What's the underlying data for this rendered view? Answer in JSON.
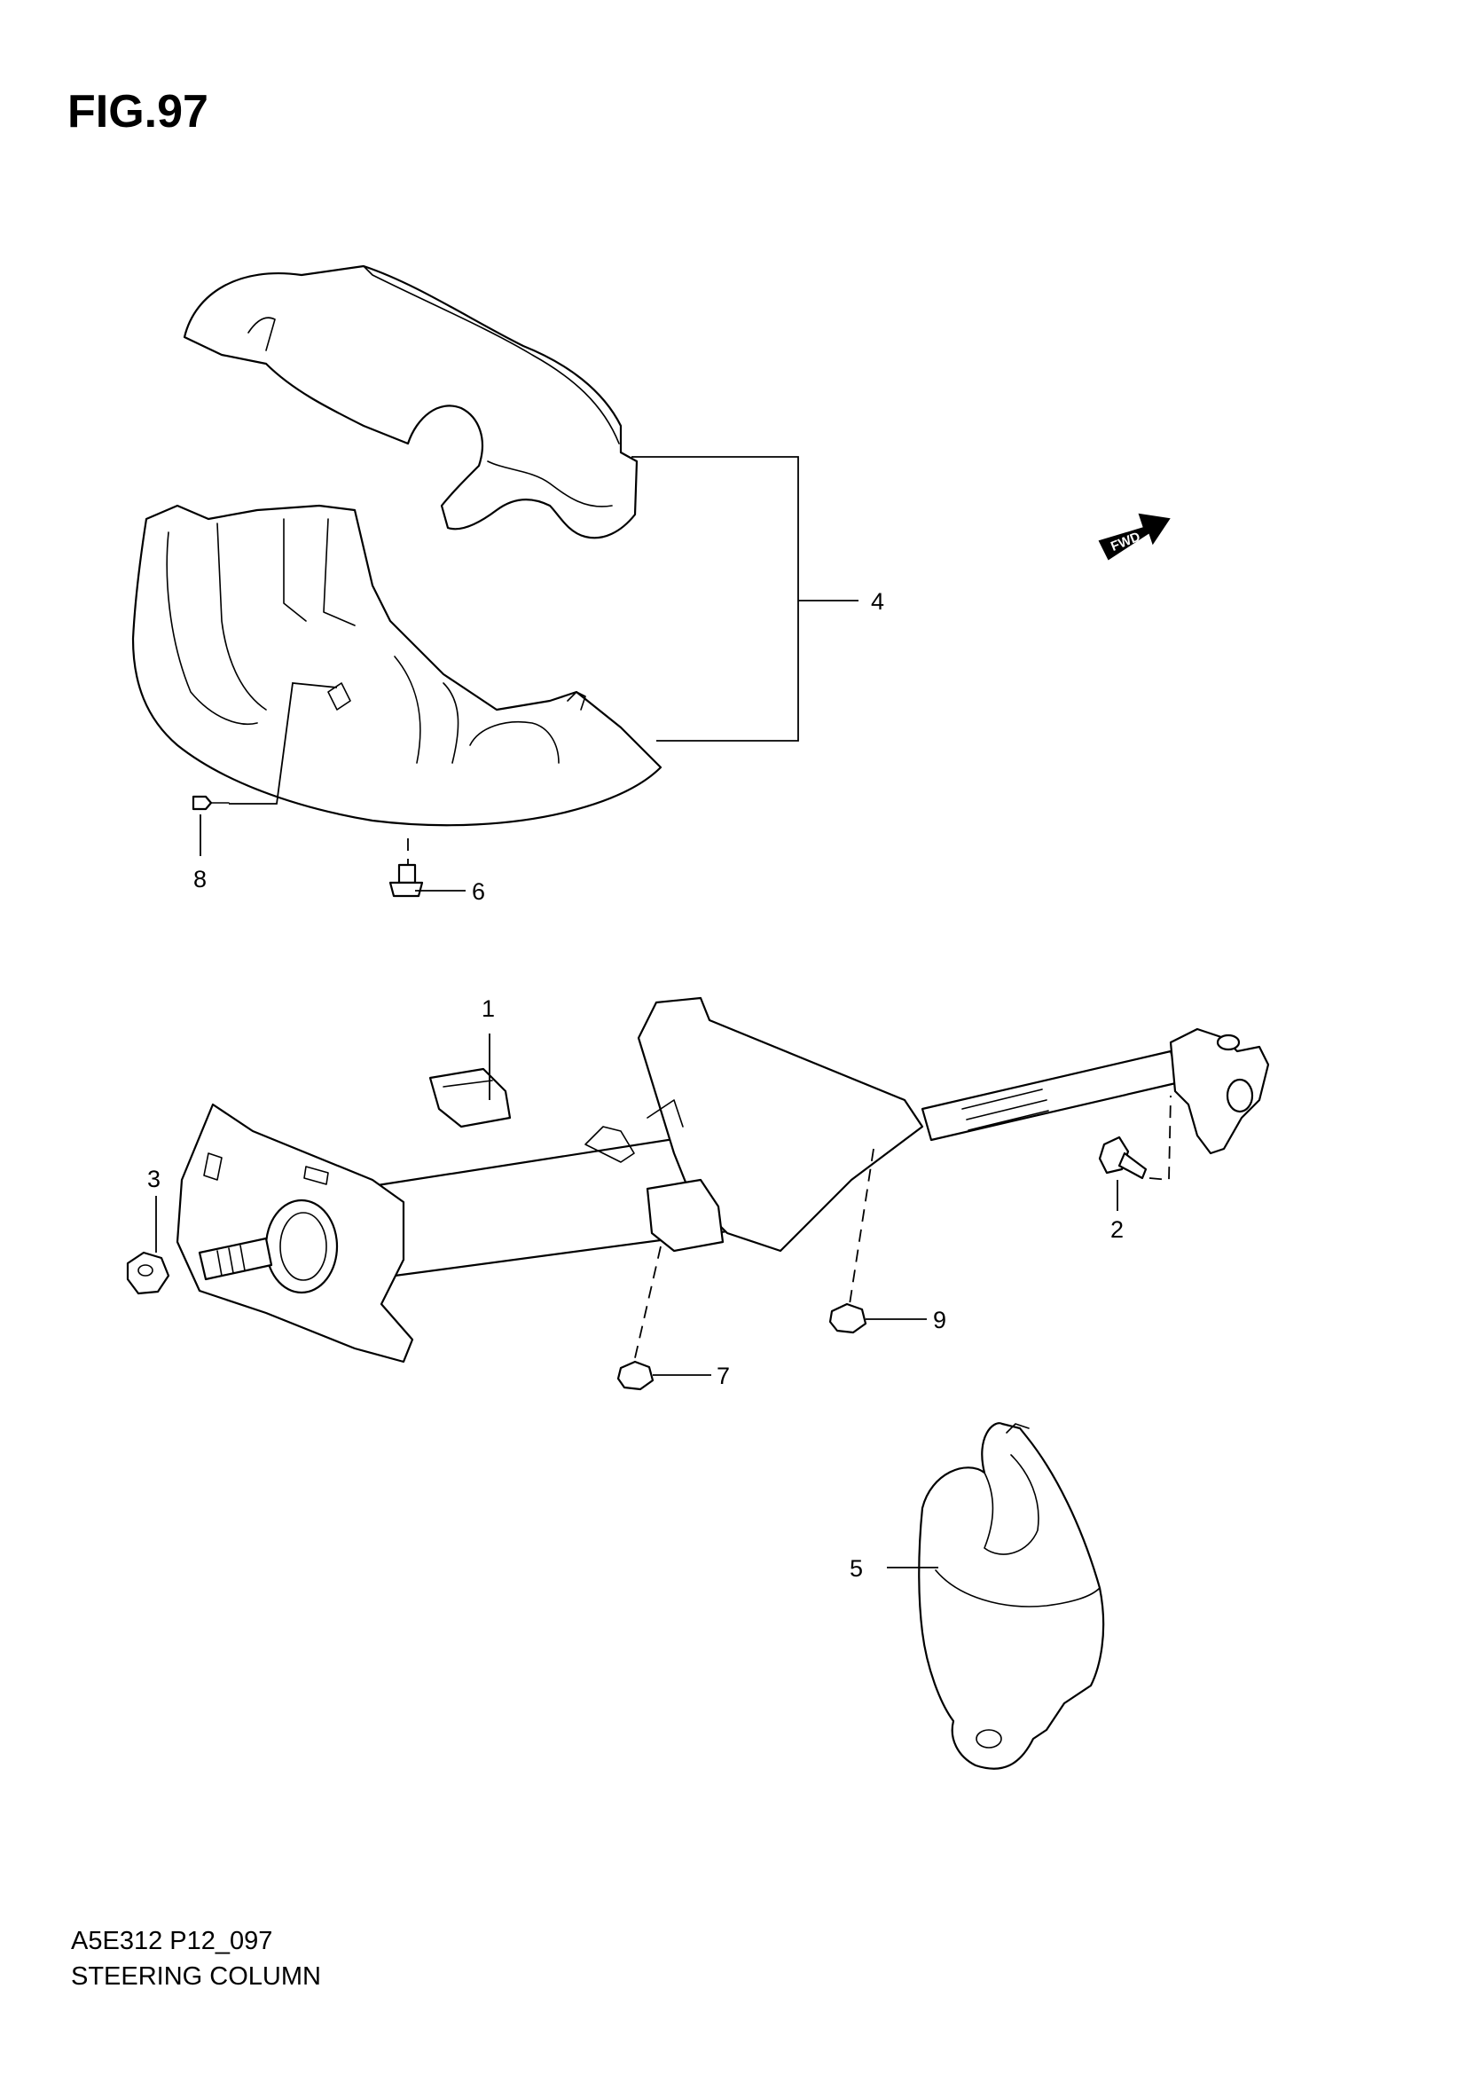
{
  "figure_title": "FIG.97",
  "footer": {
    "code": "A5E312 P12_097",
    "name": "STEERING COLUMN"
  },
  "fwd_indicator": {
    "label": "FWD"
  },
  "callouts": {
    "c1": "1",
    "c2": "2",
    "c3": "3",
    "c4": "4",
    "c5": "5",
    "c6": "6",
    "c7": "7",
    "c8": "8",
    "c9": "9"
  },
  "colors": {
    "line": "#000000",
    "background": "#ffffff"
  }
}
